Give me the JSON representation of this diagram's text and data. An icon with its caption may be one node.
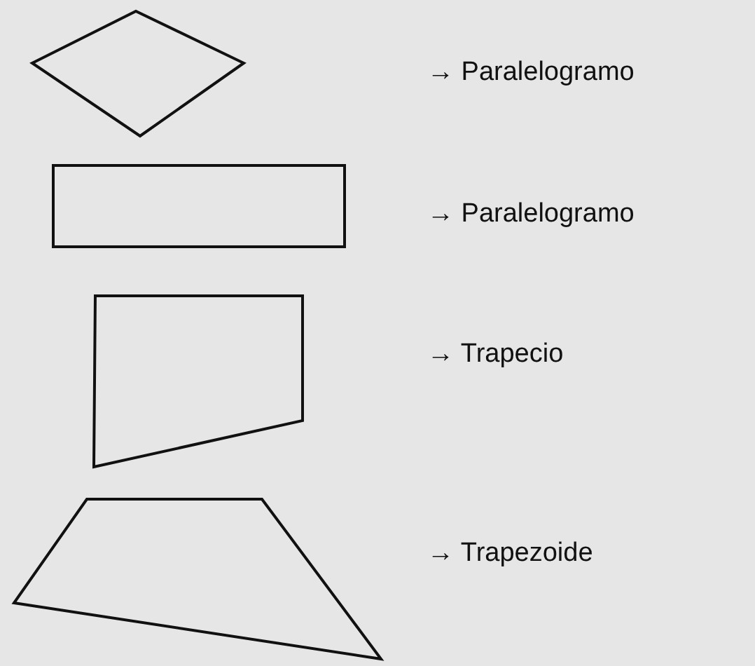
{
  "diagram": {
    "nodes": [
      {
        "text": [],
        "shape": "diamond"
      },
      {
        "text": [],
        "shape": "box"
      },
      {
        "text": [],
        "shape": "trapezium"
      },
      {
        "text": [],
        "shape": "quadrilateral"
      }
    ],
    "labels": [
      "→ Paralelogramo",
      "→ Paralelogramo",
      "→ Trapecio",
      "→ Trapezoide"
    ]
  }
}
